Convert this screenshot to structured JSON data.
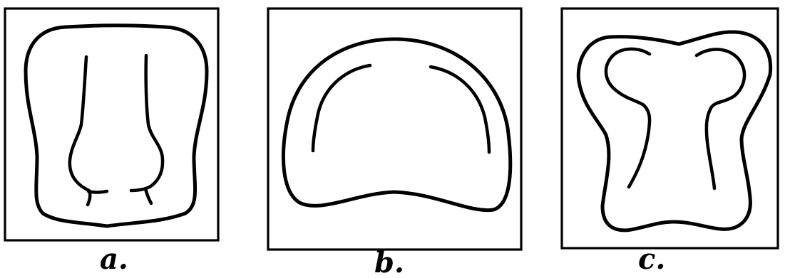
{
  "figure": {
    "panels": [
      {
        "id": "a",
        "caption": "a."
      },
      {
        "id": "b",
        "caption": "b."
      },
      {
        "id": "c",
        "caption": "c."
      }
    ]
  },
  "colors": {
    "ink": "#000000",
    "paper": "#ffffff"
  }
}
